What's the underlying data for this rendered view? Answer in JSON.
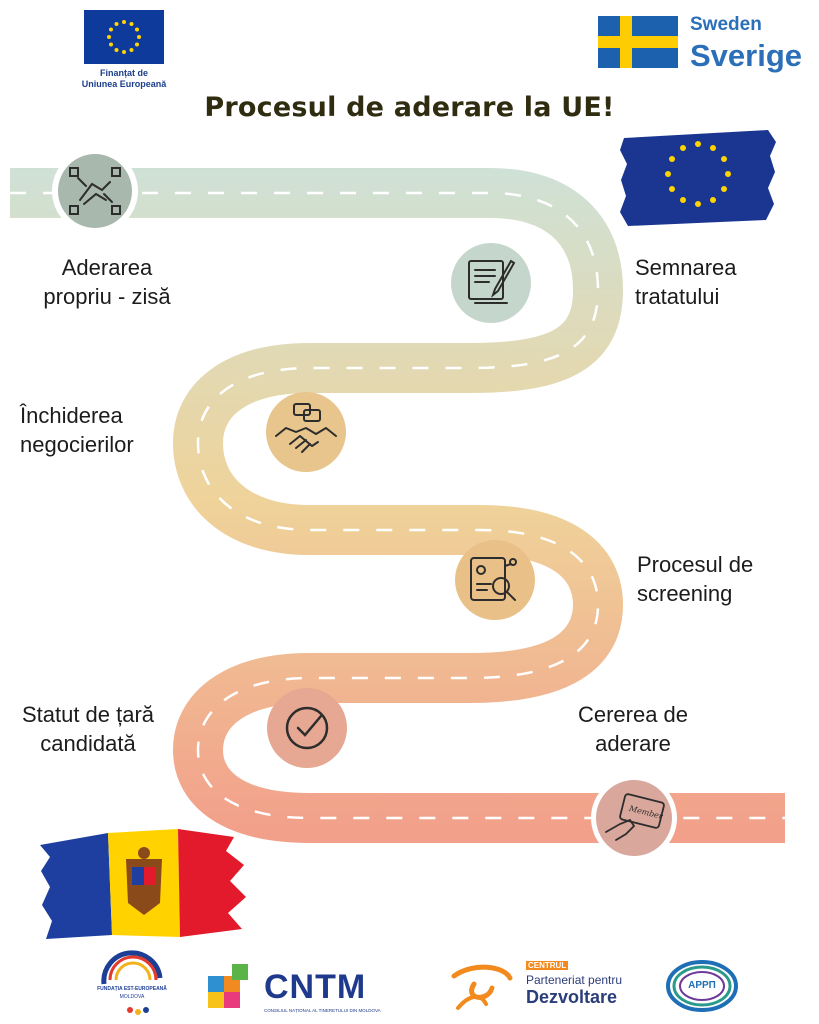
{
  "header": {
    "funding_line1": "Finanțat de",
    "funding_line2": "Uniunea Europeană",
    "sweden_en": "Sweden",
    "sweden_sv": "Sverige"
  },
  "title": "Procesul de aderare la UE!",
  "steps": [
    {
      "line1": "Aderarea",
      "line2": "propriu - zisă"
    },
    {
      "line1": "Semnarea",
      "line2": "tratatului"
    },
    {
      "line1": "Închiderea",
      "line2": "negocierilor"
    },
    {
      "line1": "Procesul de",
      "line2": "screening"
    },
    {
      "line1": "Statut de țară",
      "line2": "candidată"
    },
    {
      "line1": "Cererea de",
      "line2": "aderare"
    }
  ],
  "card_text": "Member",
  "footer": {
    "fee_line1": "FUNDAȚIA EST-EUROPEANĂ",
    "fee_line2": "MOLDOVA",
    "cntm_name": "CNTM",
    "cntm_sub": "CONSILIUL NAȚIONAL AL TINERETULUI DIN MOLDOVA",
    "cpd_badge": "CENTRUL",
    "cpd_line1": "Parteneriat pentru",
    "cpd_line2": "Dezvoltare",
    "appp": "APPП"
  },
  "colors": {
    "road_top": "#cfe1d6",
    "road_mid": "#efd39a",
    "road_bottom": "#f2a08a",
    "eu_blue": "#0e3a9c",
    "eu_yellow": "#ffd400"
  }
}
